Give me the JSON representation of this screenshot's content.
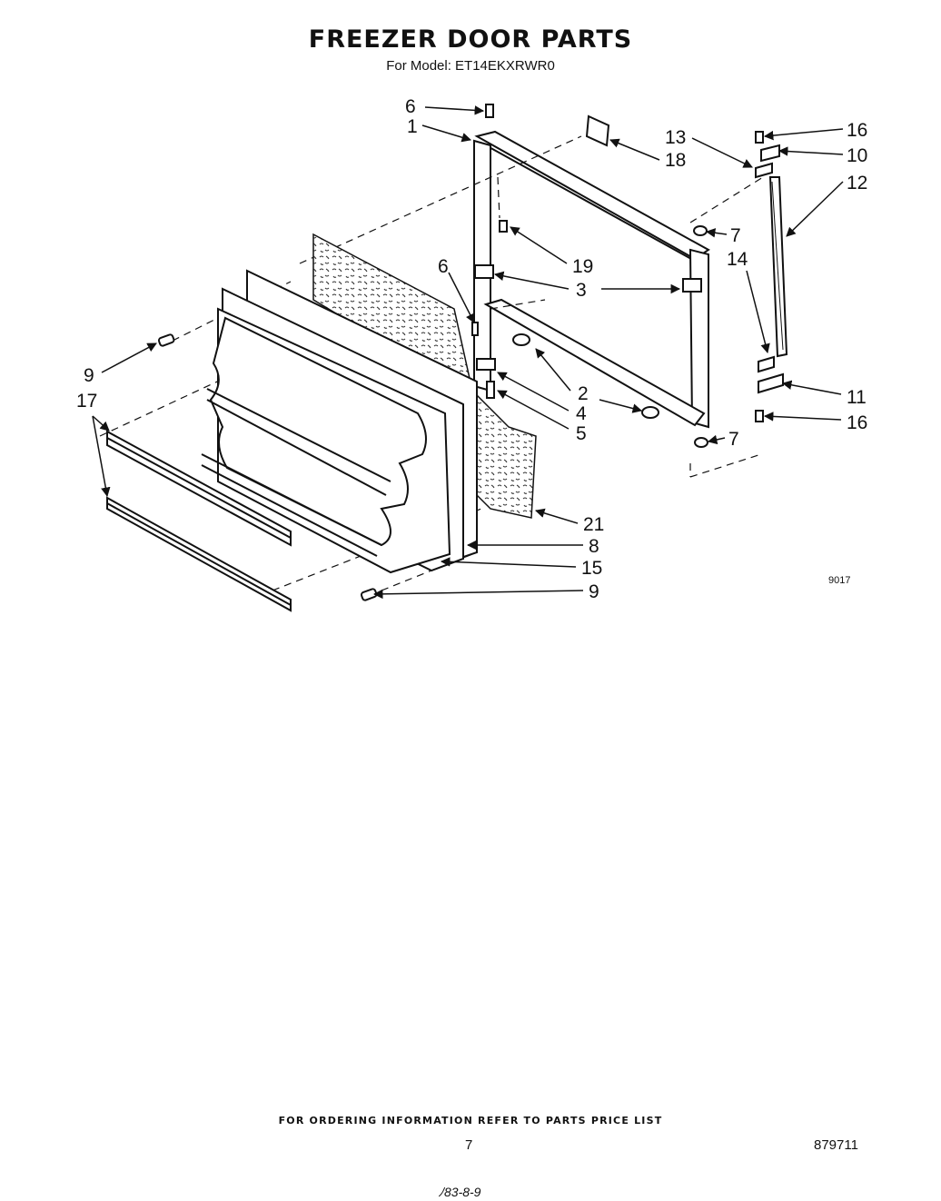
{
  "title": "FREEZER DOOR PARTS",
  "subtitle": "For Model: ET14EKXRWR0",
  "diagram_code": "9017",
  "callouts": {
    "c6a": "6",
    "c1": "1",
    "c13": "13",
    "c18": "18",
    "c16a": "16",
    "c10": "10",
    "c12": "12",
    "c7a": "7",
    "c19": "19",
    "c14": "14",
    "c6b": "6",
    "c3": "3",
    "c9a": "9",
    "c17": "17",
    "c2": "2",
    "c4": "4",
    "c5": "5",
    "c11": "11",
    "c16b": "16",
    "c7b": "7",
    "c21": "21",
    "c8": "8",
    "c15": "15",
    "c9b": "9"
  },
  "footer": {
    "ordering_note": "FOR ORDERING INFORMATION REFER TO PARTS PRICE LIST",
    "page_number": "7",
    "document_number": "879711",
    "scribble": "ﾉ83-8-9"
  }
}
